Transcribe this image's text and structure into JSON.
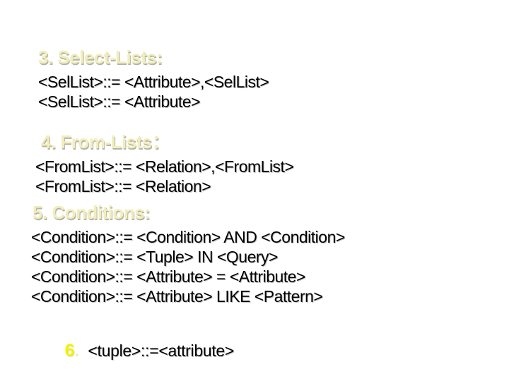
{
  "colors": {
    "heading": "#f1eebc",
    "heading_shadow": "#b3b3a6",
    "body": "#000000",
    "body_shadow": "#bdbdbd",
    "six": "#f2f200",
    "six_dot": "#f1eebc",
    "background": "#ffffff"
  },
  "sections": [
    {
      "heading": "3. Select-Lists:",
      "lines": [
        "<SelList>::= <Attribute>,<SelList>",
        "<SelList>::= <Attribute>"
      ]
    },
    {
      "heading": "4. From-Lists：",
      "lines": [
        "<FromList>::= <Relation>,<FromList>",
        "<FromList>::= <Relation>"
      ]
    },
    {
      "heading": "5. Conditions:",
      "lines": [
        "<Condition>::= <Condition> AND <Condition>",
        "<Condition>::= <Tuple> IN <Query>",
        "<Condition>::= <Attribute> = <Attribute>",
        "<Condition>::= <Attribute> LIKE <Pattern>"
      ]
    }
  ],
  "item6": {
    "number": "6",
    "dot": ".",
    "text": "<tuple>::=<attribute>"
  }
}
